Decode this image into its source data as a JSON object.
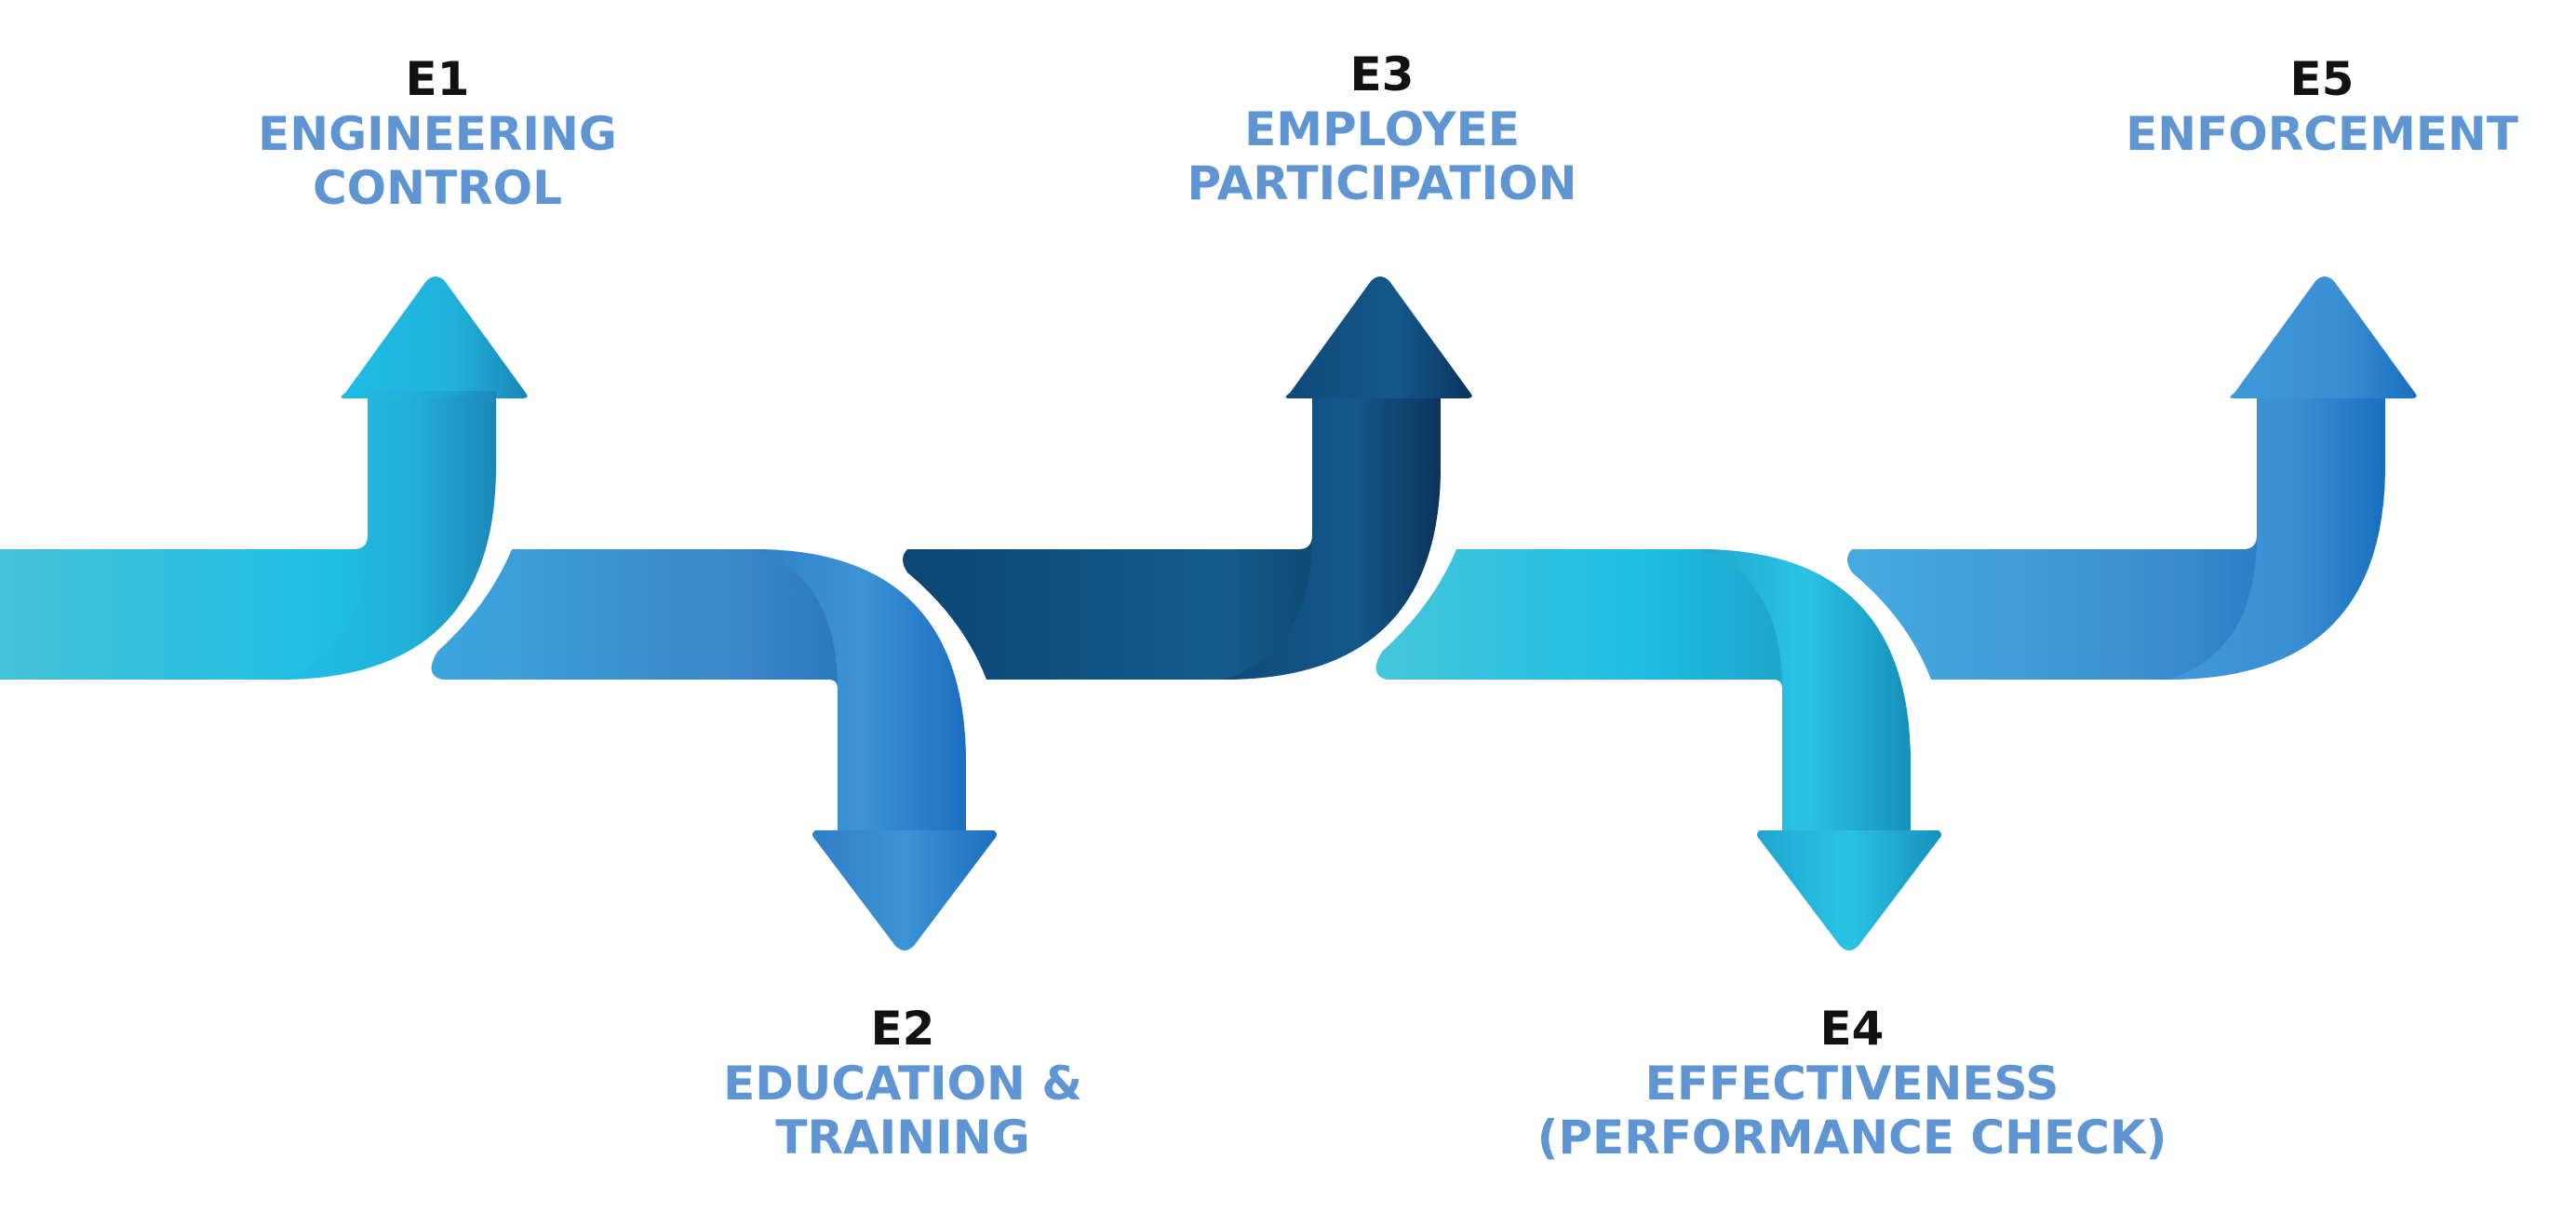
{
  "steps": [
    {
      "code": "E1",
      "title": "ENGINEERING\nCONTROL",
      "direction": "up",
      "colors": [
        "#45c3da",
        "#1fbde3",
        "#2196c9"
      ]
    },
    {
      "code": "E2",
      "title": "EDUCATION &\nTRAINING",
      "direction": "down",
      "colors": [
        "#3b9fda",
        "#3a86c8",
        "#136db8"
      ]
    },
    {
      "code": "E3",
      "title": "EMPLOYEE\nPARTICIPATION",
      "direction": "up",
      "colors": [
        "#0e4b78",
        "#12588a",
        "#0a3358"
      ]
    },
    {
      "code": "E4",
      "title": "EFFECTIVENESS\n(PERFORMANCE CHECK)",
      "direction": "down",
      "colors": [
        "#3ec6dc",
        "#1fbde3",
        "#1a9bc4"
      ]
    },
    {
      "code": "E5",
      "title": "ENFORCEMENT",
      "direction": "up",
      "colors": [
        "#44a6de",
        "#3a8ccd",
        "#1671be"
      ]
    }
  ]
}
